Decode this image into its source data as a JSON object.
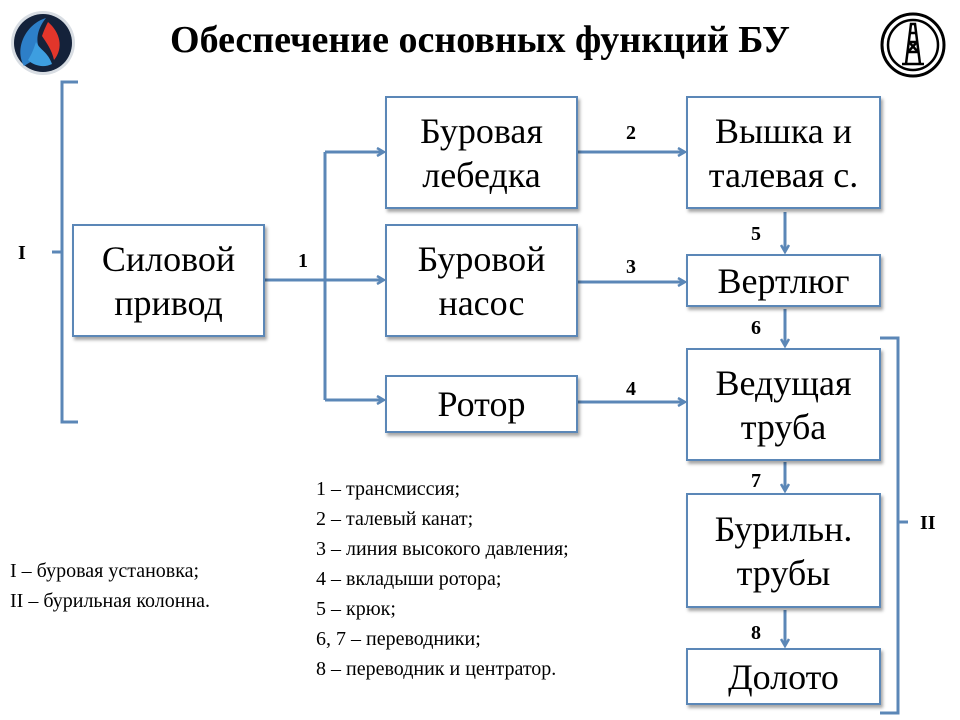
{
  "title": "Обеспечение основных функций БУ",
  "colors": {
    "accent": "#5b87b7",
    "logo_circle": "#000000"
  },
  "icons": {
    "left_logo": "company-logo-icon",
    "right_logo": "drilling-rig-logo-icon"
  },
  "boxes": {
    "power": "Силовой привод",
    "winch": "Буровая лебедка",
    "pump": "Буровой насос",
    "rotor": "Ротор",
    "derrick": "Вышка и талевая с.",
    "swivel": "Вертлюг",
    "kelly": "Ведущая труба",
    "pipes": "Бурильн. трубы",
    "bit": "Долото"
  },
  "connector_labels": {
    "n1": "1",
    "n2": "2",
    "n3": "3",
    "n4": "4",
    "n5": "5",
    "n6": "6",
    "n7": "7",
    "n8": "8"
  },
  "groups": {
    "rig": "I",
    "string": "II"
  },
  "legend_connectors": [
    "1 – трансмиссия;",
    "2 – талевый канат;",
    "3 – линия высокого давления;",
    "4 – вкладыши ротора;",
    "5 – крюк;",
    "6, 7 – переводники;",
    "8 – переводник и центратор."
  ],
  "legend_groups": [
    "I – буровая установка;",
    "II – бурильная колонна."
  ]
}
